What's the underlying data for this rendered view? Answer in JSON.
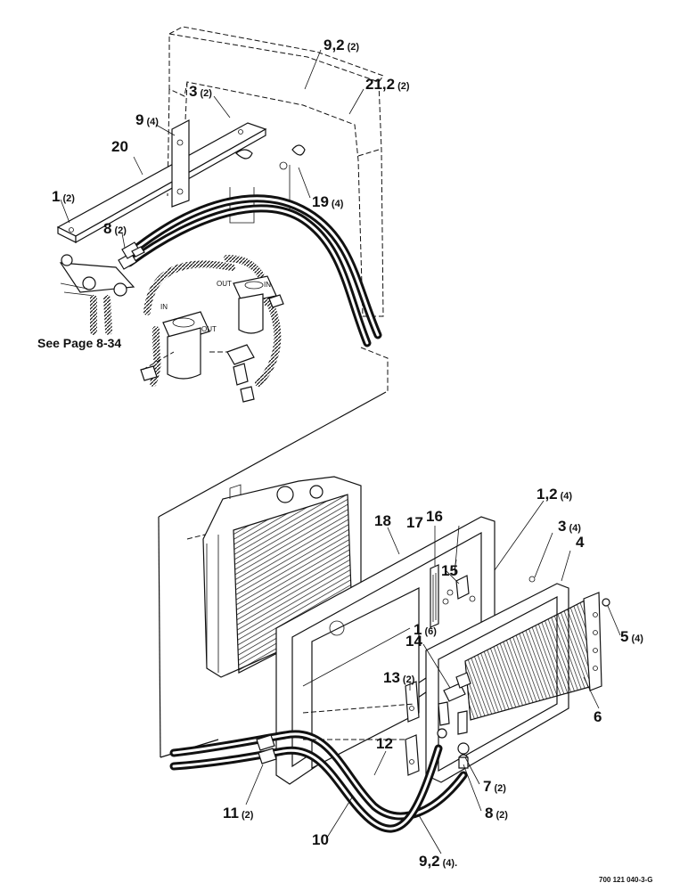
{
  "callouts": [
    {
      "num": "9,2",
      "qty": "(2)"
    },
    {
      "num": "21,2",
      "qty": "(2)"
    },
    {
      "num": "3",
      "qty": "(2)"
    },
    {
      "num": "9",
      "qty": "(4)"
    },
    {
      "num": "20",
      "qty": ""
    },
    {
      "num": "1",
      "qty": "(2)"
    },
    {
      "num": "19",
      "qty": "(4)"
    },
    {
      "num": "8",
      "qty": "(2)"
    },
    {
      "num": "18",
      "qty": ""
    },
    {
      "num": "17",
      "qty": ""
    },
    {
      "num": "16",
      "qty": ""
    },
    {
      "num": "1,2",
      "qty": "(4)"
    },
    {
      "num": "3",
      "qty": "(4)"
    },
    {
      "num": "4",
      "qty": ""
    },
    {
      "num": "15",
      "qty": ""
    },
    {
      "num": "1",
      "qty": "(6)"
    },
    {
      "num": "5",
      "qty": "(4)"
    },
    {
      "num": "14",
      "qty": ""
    },
    {
      "num": "13",
      "qty": "(2)"
    },
    {
      "num": "6",
      "qty": ""
    },
    {
      "num": "12",
      "qty": ""
    },
    {
      "num": "7",
      "qty": "(2)"
    },
    {
      "num": "8",
      "qty": "(2)"
    },
    {
      "num": "11",
      "qty": "(2)"
    },
    {
      "num": "10",
      "qty": ""
    },
    {
      "num": "9,2",
      "qty": "(4)."
    }
  ],
  "see_page_note": "See Page 8-34",
  "port_labels": {
    "out_upper": "OUT",
    "in_upper": "IN",
    "in_lower": "IN",
    "out_lower": "OUT"
  },
  "figure_number": "700 121 040-3-G"
}
